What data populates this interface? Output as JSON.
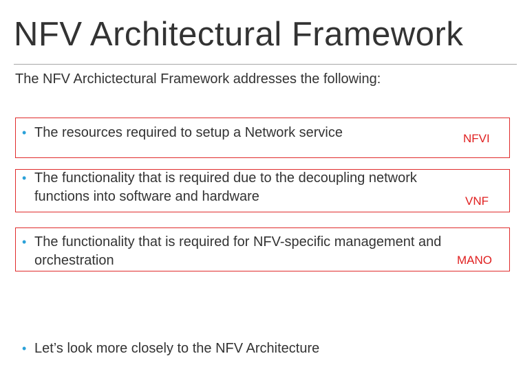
{
  "slide": {
    "title": "NFV Architectural Framework",
    "intro": "The NFV Archictectural Framework addresses the following:"
  },
  "boxes": [
    {
      "text": "The resources required to setup a Network service",
      "tag": "NFVI"
    },
    {
      "text_line1": "The functionality that is required due to the decoupling network",
      "text_line2": "functions into software and hardware",
      "tag": "VNF"
    },
    {
      "text_line1": "The functionality that is required for NFV-specific management and",
      "text_line2": "orchestration",
      "tag": "MANO"
    }
  ],
  "closing_bullet": "Let’s look more closely to the NFV Architecture",
  "colors": {
    "accent_red": "#e02b2b",
    "bullet_blue": "#2aa1d8",
    "rule_gray": "#a6a6a6"
  },
  "icons": {
    "bullet": "•"
  }
}
